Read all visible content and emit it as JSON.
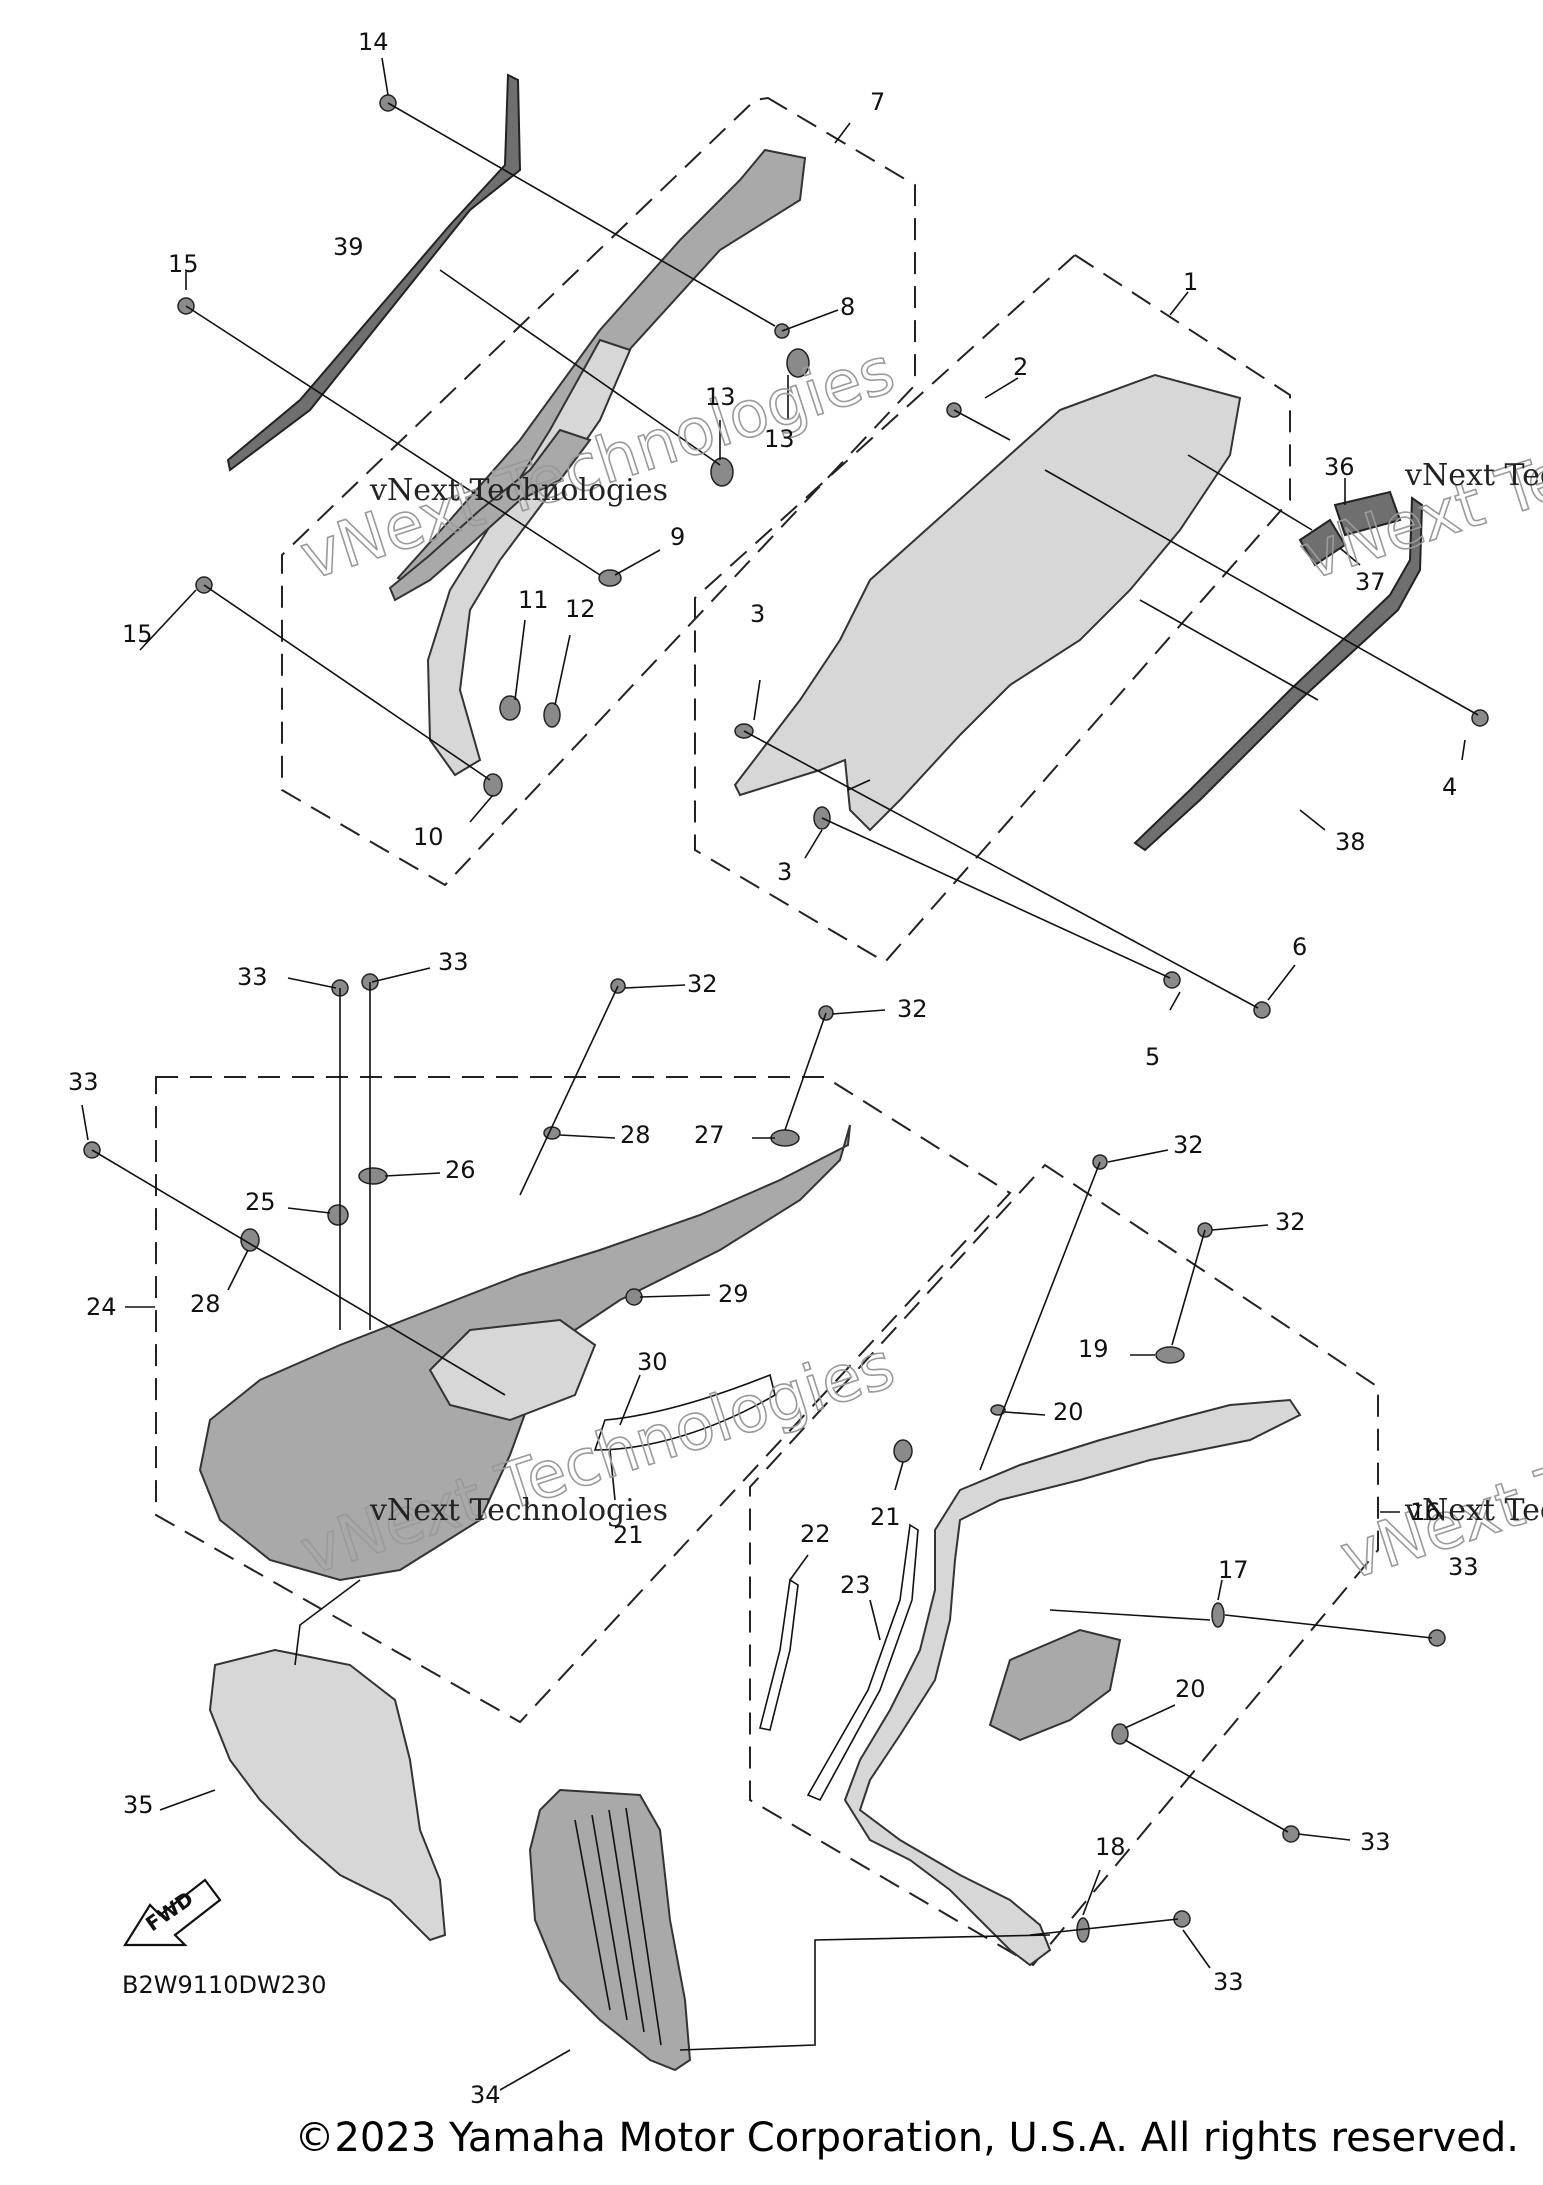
{
  "diagram_code": "B2W9110DW230",
  "fwd_label": "FWD",
  "watermark_text": "vNext Technologies",
  "watermark_big": "vNext Technologies",
  "copyright": "©2023 Yamaha Motor Corporation, U.S.A. All rights reserved.",
  "callouts": {
    "c1": "1",
    "c2": "2",
    "c3a": "3",
    "c3b": "3",
    "c4": "4",
    "c5": "5",
    "c6": "6",
    "c7": "7",
    "c8": "8",
    "c9": "9",
    "c10": "10",
    "c11": "11",
    "c12": "12",
    "c13a": "13",
    "c13b": "13",
    "c14": "14",
    "c15a": "15",
    "c15b": "15",
    "c16": "16",
    "c17": "17",
    "c18": "18",
    "c19": "19",
    "c20a": "20",
    "c20b": "20",
    "c21a": "21",
    "c21b": "21",
    "c22": "22",
    "c23": "23",
    "c24": "24",
    "c25": "25",
    "c26": "26",
    "c27": "27",
    "c28a": "28",
    "c28b": "28",
    "c29": "29",
    "c30": "30",
    "c32a": "32",
    "c32b": "32",
    "c32c": "32",
    "c32d": "32",
    "c33a": "33",
    "c33b": "33",
    "c33c": "33",
    "c33d": "33",
    "c33e": "33",
    "c33f": "33",
    "c34": "34",
    "c35": "35",
    "c36": "36",
    "c37": "37",
    "c38": "38",
    "c39": "39"
  }
}
